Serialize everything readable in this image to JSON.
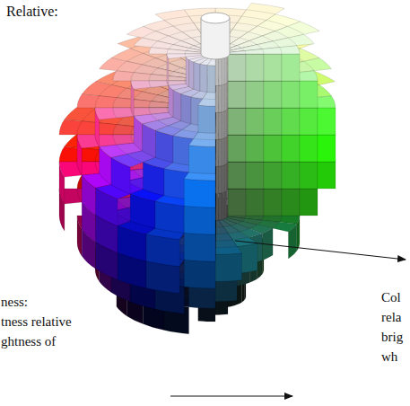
{
  "diagram": {
    "labels": [
      "Relative:",
      "ness:",
      "tness relative",
      "ghtness of",
      "Col",
      "rela",
      "brig",
      "wh"
    ]
  }
}
